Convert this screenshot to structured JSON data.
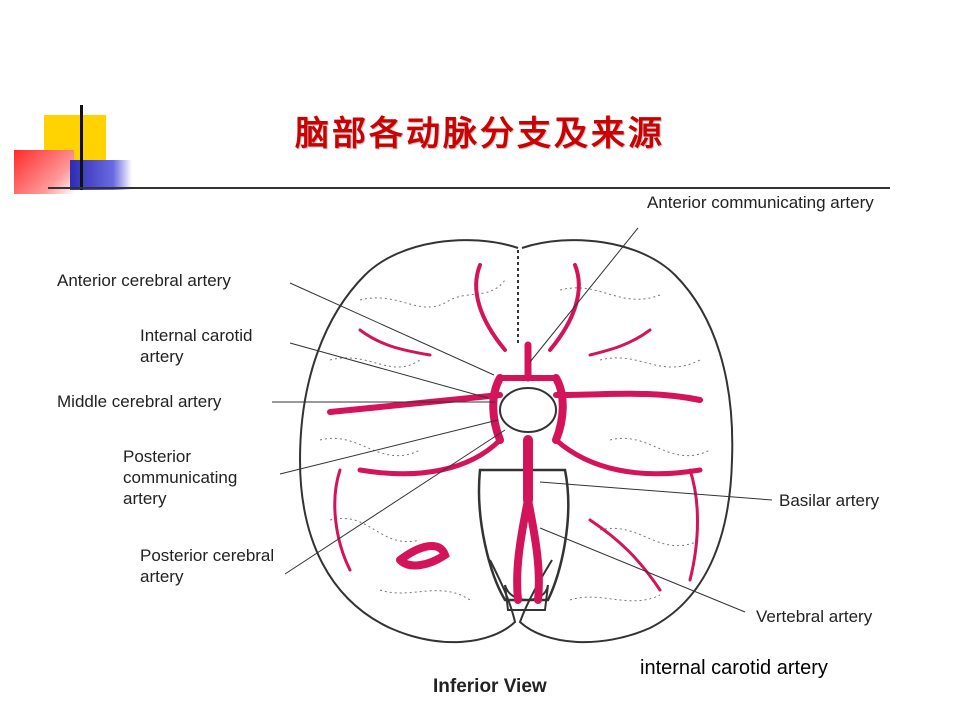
{
  "slide": {
    "title": "脑部各动脉分支及来源",
    "caption": "internal carotid artery",
    "view_label": "Inferior View"
  },
  "labels": {
    "anterior_communicating": "Anterior communicating artery",
    "anterior_cerebral": "Anterior cerebral artery",
    "internal_carotid": "Internal carotid artery",
    "middle_cerebral": "Middle cerebral artery",
    "posterior_communicating": "Posterior communicating artery",
    "posterior_cerebral": "Posterior cerebral artery",
    "basilar": "Basilar artery",
    "vertebral": "Vertebral artery"
  },
  "colors": {
    "artery": "#d4145a",
    "title": "#cc0000",
    "outline": "#333333"
  }
}
